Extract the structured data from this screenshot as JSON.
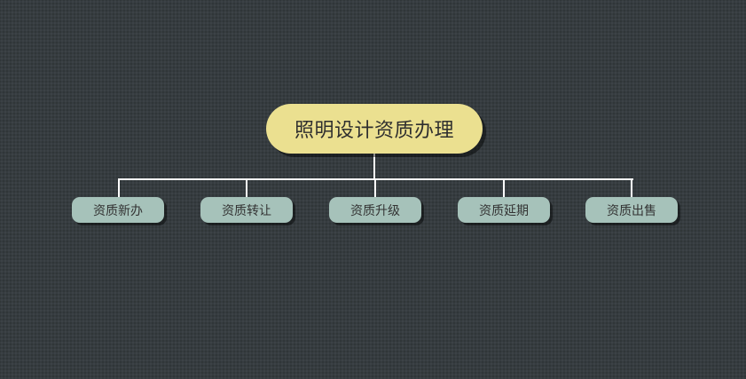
{
  "diagram": {
    "type": "org-chart",
    "root": {
      "label": "照明设计资质办理",
      "color": "#ebe090"
    },
    "children": [
      {
        "label": "资质新办"
      },
      {
        "label": "资质转让"
      },
      {
        "label": "资质升级"
      },
      {
        "label": "资质延期"
      },
      {
        "label": "资质出售"
      }
    ],
    "colors": {
      "background": "#363c40",
      "child_fill": "#a6c2ba",
      "connector": "#ffffff",
      "text": "#333333"
    }
  }
}
